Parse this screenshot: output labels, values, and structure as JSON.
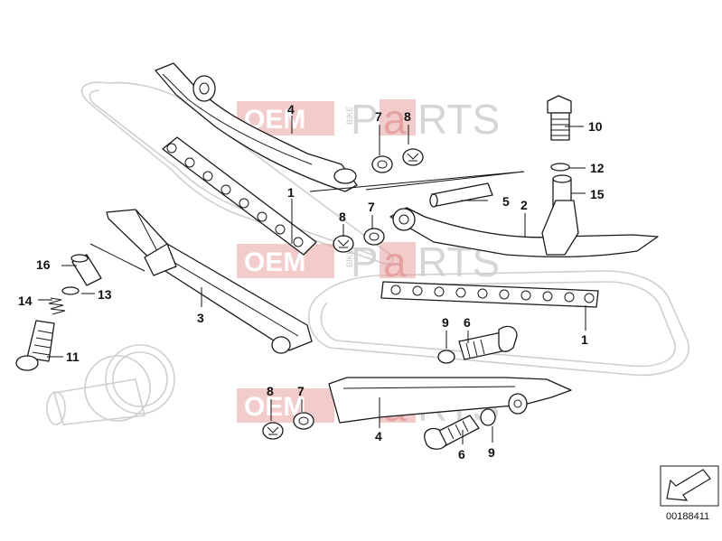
{
  "diagram": {
    "callouts": {
      "c4_top": "4",
      "c7_top": "7",
      "c8_top": "8",
      "c10": "10",
      "c12": "12",
      "c15": "15",
      "c1_upper": "1",
      "c5": "5",
      "c2": "2",
      "c7_mid": "7",
      "c8_mid": "8",
      "c16": "16",
      "c14": "14",
      "c13": "13",
      "c3": "3",
      "c11": "11",
      "c9_mid": "9",
      "c6_mid": "6",
      "c1_lower": "1",
      "c8_bot": "8",
      "c7_bot": "7",
      "c4_bot": "4",
      "c6_bot": "6",
      "c9_bot": "9"
    },
    "watermark": {
      "oem": "OEM",
      "bike": "BIKE",
      "parts_pre": "P",
      "parts_a": "a",
      "parts_post": "RTS"
    },
    "document_number": "00188411"
  }
}
